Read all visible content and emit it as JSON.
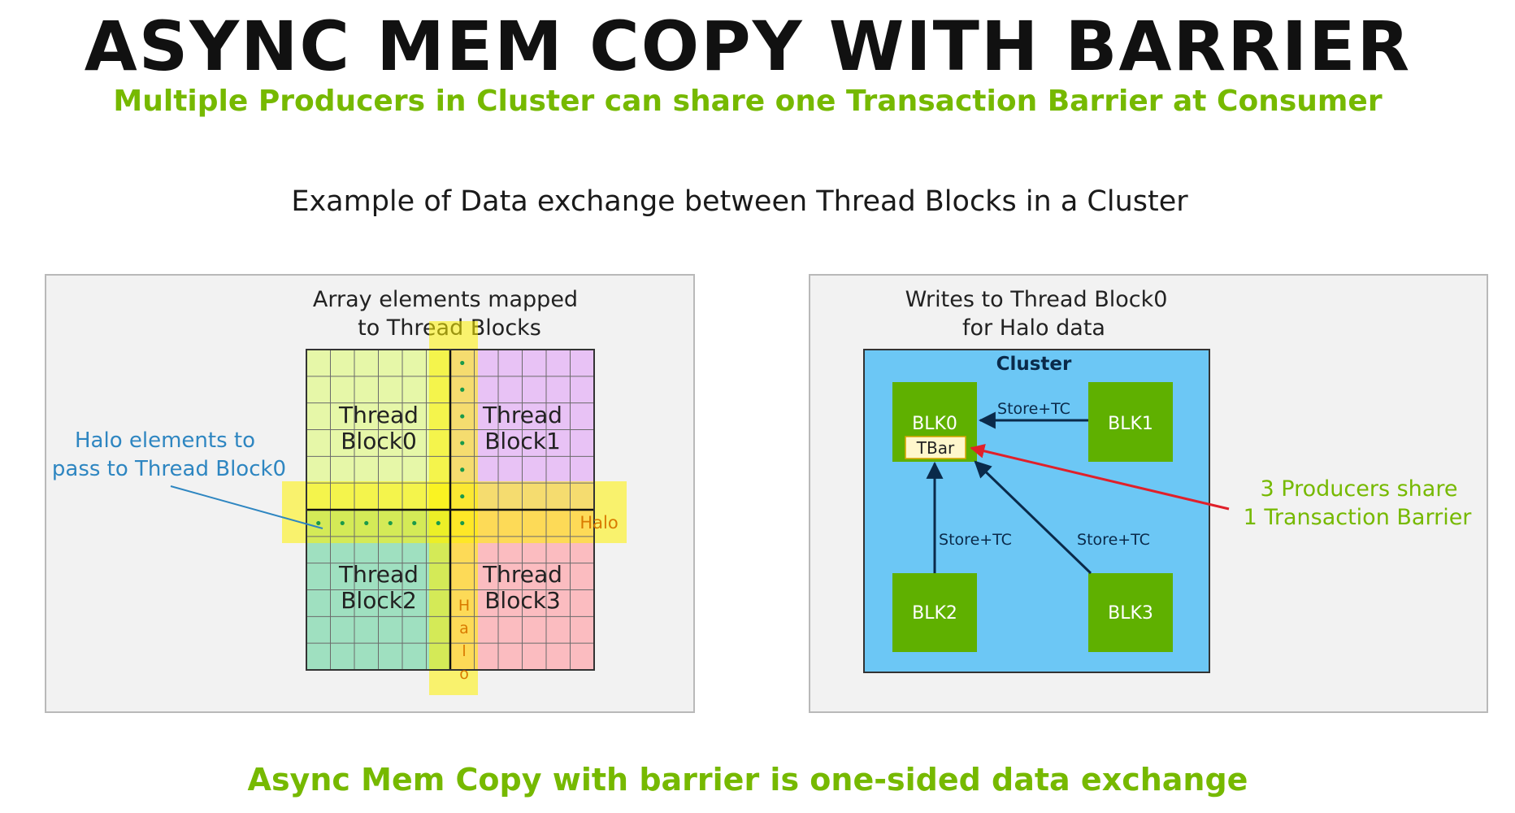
{
  "title": "ASYNC MEM COPY WITH BARRIER",
  "subtitle": "Multiple Producers in Cluster can share one Transaction Barrier at Consumer",
  "caption": "Example of Data exchange between Thread Blocks in a Cluster",
  "footer": "Async Mem Copy with barrier is one-sided data exchange",
  "left_panel": {
    "heading_line1": "Array elements mapped",
    "heading_line2": "to Thread Blocks",
    "block0_line1": "Thread",
    "block0_line2": "Block0",
    "block1_line1": "Thread",
    "block1_line2": "Block1",
    "block2_line1": "Thread",
    "block2_line2": "Block2",
    "block3_line1": "Thread",
    "block3_line2": "Block3",
    "halo_label": "Halo",
    "halo_vertical_letters": [
      "H",
      "a",
      "l",
      "o"
    ],
    "annotation_line1": "Halo elements to",
    "annotation_line2": "pass to Thread Block0"
  },
  "right_panel": {
    "heading_line1": "Writes to Thread Block0",
    "heading_line2": "for Halo data",
    "cluster_label": "Cluster",
    "blk0": "BLK0",
    "tbar": "TBar",
    "blk1": "BLK1",
    "blk2": "BLK2",
    "blk3": "BLK3",
    "arrow_label_top": "Store+TC",
    "arrow_label_left": "Store+TC",
    "arrow_label_right": "Store+TC",
    "annotation_line1": "3 Producers share",
    "annotation_line2": "1 Transaction Barrier"
  },
  "colors": {
    "nvidia_green": "#76b900",
    "block0": "#e6f7a8",
    "block1": "#e8c2f5",
    "block2": "#9fe0c0",
    "block3": "#fbbcc0",
    "halo_highlight": "#fff200",
    "cluster_bg": "#6cc7f5",
    "blk_green": "#5fb000",
    "annotation_blue": "#2e86c1",
    "barrier_arrow_red": "#e0202a"
  }
}
